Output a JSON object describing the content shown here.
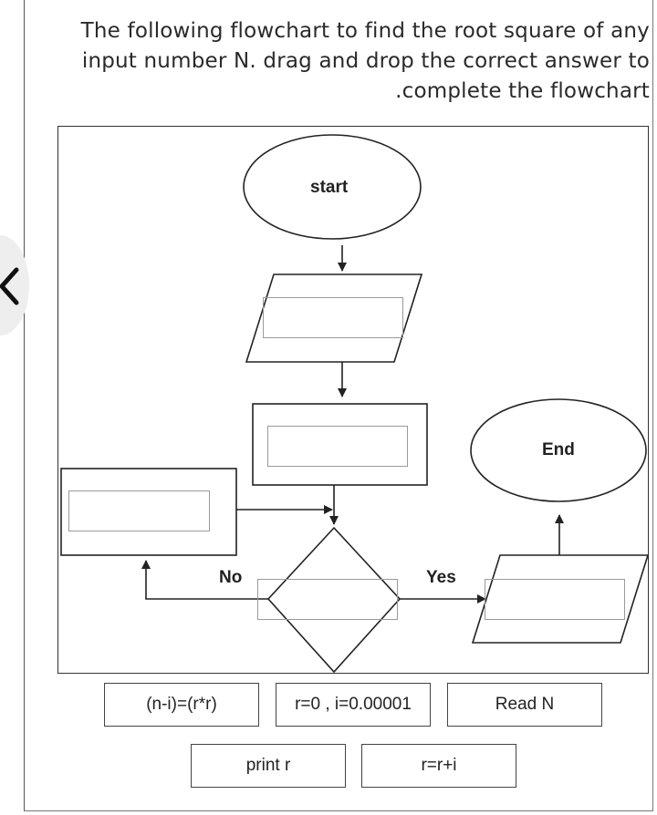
{
  "question": {
    "line1": "The following flowchart to find the root square of any",
    "line2": "input number N. drag and drop the correct answer to",
    "line3": ".complete the flowchart"
  },
  "flowchart": {
    "start_label": "start",
    "end_label": "End",
    "no_label": "No",
    "yes_label": "Yes"
  },
  "answers": [
    {
      "label": "(n-i)=(r*r)"
    },
    {
      "label": "r=0 , i=0.00001"
    },
    {
      "label": "Read N"
    },
    {
      "label": "print r"
    },
    {
      "label": "r=r+i"
    }
  ],
  "icons": {
    "back": "chevron-left-icon"
  }
}
